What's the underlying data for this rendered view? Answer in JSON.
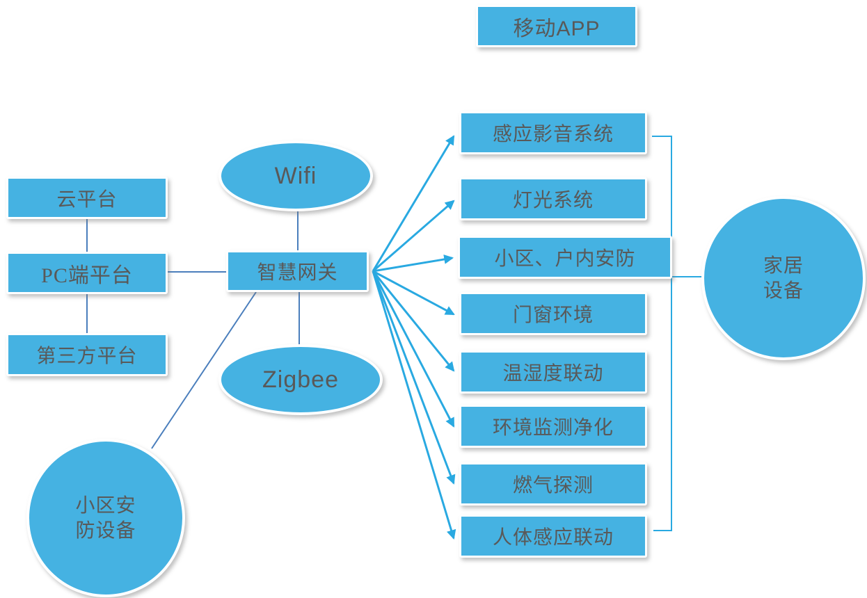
{
  "diagram_title": "",
  "colors": {
    "node_fill": "#45B2E2",
    "node_border": "#FFFFFF",
    "node_text": "#595959",
    "connector_line": "#4A7EBC",
    "arrow_line": "#29A9E1"
  },
  "nodes": {
    "mobile_app": {
      "label": "移动APP",
      "shape": "rect"
    },
    "cloud_platform": {
      "label": "云平台",
      "shape": "rect"
    },
    "pc_platform": {
      "label": "PC端平台",
      "shape": "rect"
    },
    "third_party_platform": {
      "label": "第三方平台",
      "shape": "rect"
    },
    "wifi": {
      "label": "Wifi",
      "shape": "ellipse"
    },
    "gateway": {
      "label": "智慧网关",
      "shape": "rect"
    },
    "zigbee": {
      "label": "Zigbee",
      "shape": "ellipse"
    },
    "community_security_device": {
      "label": "小区安防设备",
      "line1": "小区安",
      "line2": "防设备",
      "shape": "circle"
    },
    "home_devices": {
      "label": "家居设备",
      "line1": "家居",
      "line2": "设备",
      "shape": "circle"
    }
  },
  "subsystems": [
    {
      "label": "感应影音系统"
    },
    {
      "label": "灯光系统"
    },
    {
      "label": "小区、户内安防"
    },
    {
      "label": "门窗环境"
    },
    {
      "label": "温湿度联动"
    },
    {
      "label": "环境监测净化"
    },
    {
      "label": "燃气探测"
    },
    {
      "label": "人体感应联动"
    }
  ],
  "edges": [
    {
      "from": "cloud_platform",
      "to": "pc_platform",
      "style": "line"
    },
    {
      "from": "pc_platform",
      "to": "third_party_platform",
      "style": "line"
    },
    {
      "from": "pc_platform",
      "to": "gateway",
      "style": "line"
    },
    {
      "from": "wifi",
      "to": "gateway",
      "style": "line"
    },
    {
      "from": "gateway",
      "to": "zigbee",
      "style": "line"
    },
    {
      "from": "gateway",
      "to": "community_security_device",
      "style": "line"
    },
    {
      "from": "gateway",
      "to": "感应影音系统",
      "style": "arrow"
    },
    {
      "from": "gateway",
      "to": "灯光系统",
      "style": "arrow"
    },
    {
      "from": "gateway",
      "to": "小区、户内安防",
      "style": "arrow"
    },
    {
      "from": "gateway",
      "to": "门窗环境",
      "style": "arrow"
    },
    {
      "from": "gateway",
      "to": "温湿度联动",
      "style": "arrow"
    },
    {
      "from": "gateway",
      "to": "环境监测净化",
      "style": "arrow"
    },
    {
      "from": "gateway",
      "to": "燃气探测",
      "style": "arrow"
    },
    {
      "from": "gateway",
      "to": "人体感应联动",
      "style": "arrow"
    },
    {
      "from": "subsystems-bracket",
      "to": "home_devices",
      "style": "bracket"
    }
  ]
}
